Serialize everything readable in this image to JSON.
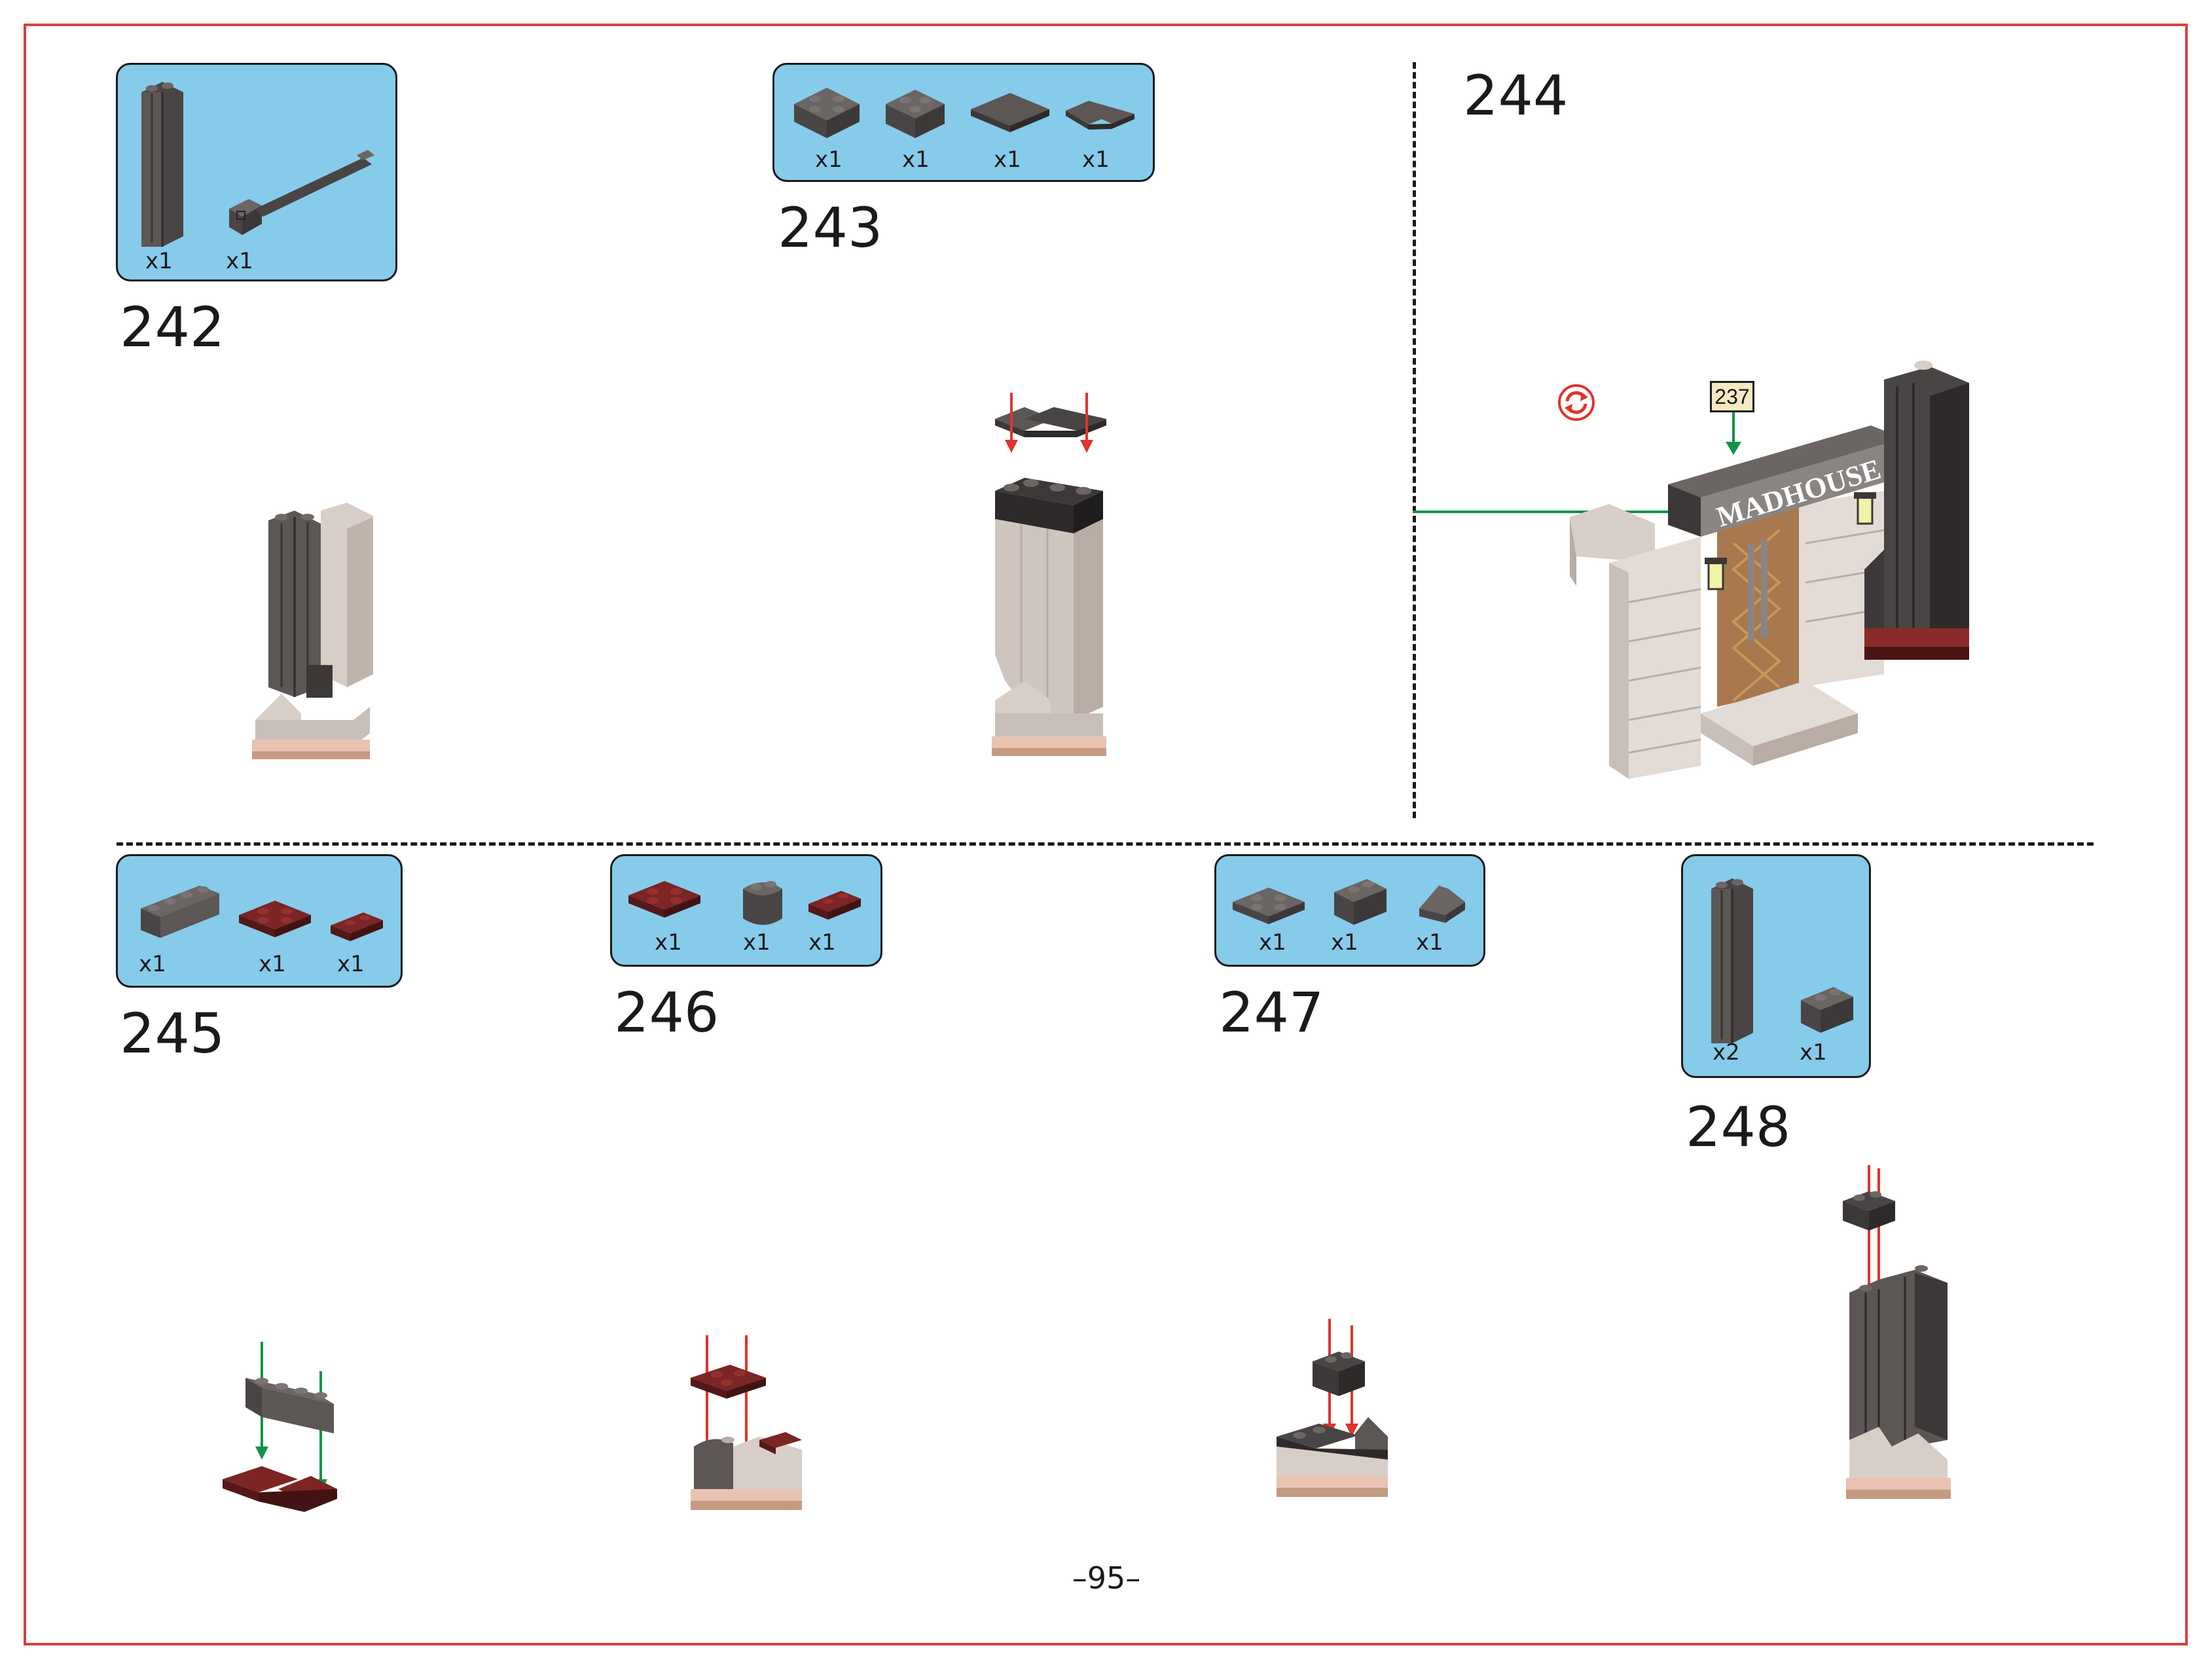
{
  "page_number": "–95–",
  "steps": [
    {
      "number": "242",
      "parts": [
        "x1",
        "x1"
      ]
    },
    {
      "number": "243",
      "parts": [
        "x1",
        "x1",
        "x1",
        "x1"
      ]
    },
    {
      "number": "244",
      "callout": "237",
      "sign_text": "MADHOUSE",
      "parts": []
    },
    {
      "number": "245",
      "parts": [
        "x1",
        "x1",
        "x1"
      ]
    },
    {
      "number": "246",
      "parts": [
        "x1",
        "x1",
        "x1"
      ]
    },
    {
      "number": "247",
      "parts": [
        "x1",
        "x1",
        "x1"
      ]
    },
    {
      "number": "248",
      "parts": [
        "x2",
        "x1"
      ]
    }
  ],
  "colors": {
    "frame": "#d9403a",
    "parts_panel": "#86cbea",
    "dark_gray_brick": "#5c5655",
    "light_gray_brick": "#c9bfba",
    "dark_red_brick": "#6b1e1e",
    "tan": "#c49a80",
    "arrow_red": "#e0342c",
    "arrow_green": "#129447"
  },
  "icons": [
    "rotate-model-icon"
  ]
}
